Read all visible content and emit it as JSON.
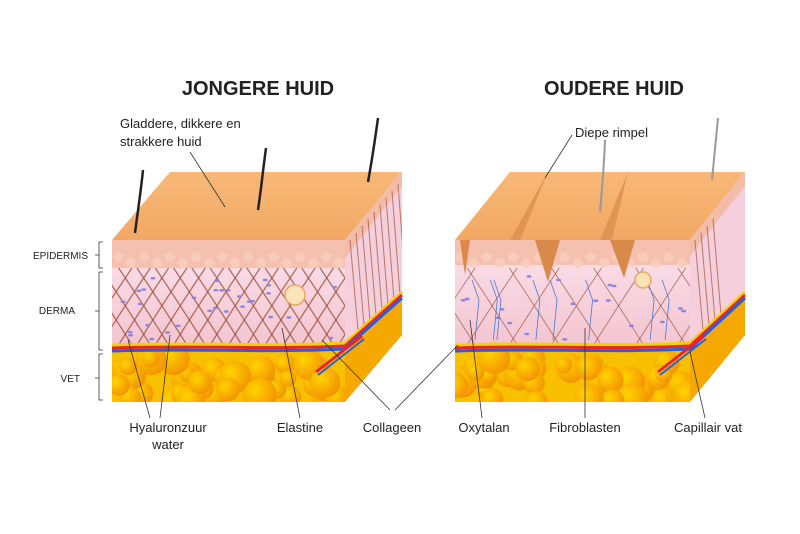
{
  "titles": {
    "young": "JONGERE HUID",
    "old": "OUDERE HUID"
  },
  "layers": {
    "epidermis": "EPIDERMIS",
    "derma": "DERMA",
    "fat": "VET"
  },
  "callouts": {
    "smooth_line1": "Gladdere, dikkere en",
    "smooth_line2": "strakkere huid",
    "deep_wrinkle": "Diepe rimpel",
    "hyaluronic_line1": "Hyaluronzuur",
    "hyaluronic_line2": "water",
    "elastin": "Elastine",
    "collagen": "Collageen",
    "oxytalan": "Oxytalan",
    "fibroblasts": "Fibroblasten",
    "capillary": "Capillair vat"
  },
  "colors": {
    "skin_top": "#f4b072",
    "epidermis": "#f6c2b0",
    "derma": "#f6dce6",
    "fat": "#f7b800",
    "fat_dark": "#f29a00",
    "artery": "#e8262a",
    "vein": "#2b5fd8",
    "collagen": "#a0523c"
  }
}
